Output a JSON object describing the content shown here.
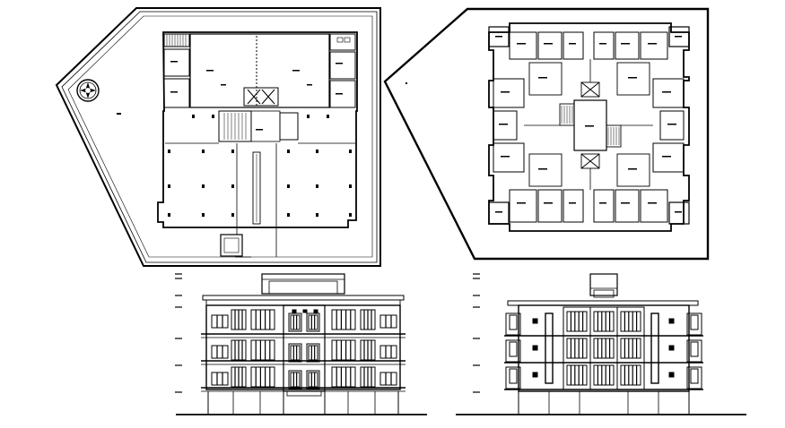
{
  "drawing": {
    "background": "#ffffff",
    "line_color": "#000000",
    "panels": [
      {
        "name": "ground-floor-plan",
        "kind": "floor-plan"
      },
      {
        "name": "typical-floor-plan",
        "kind": "floor-plan"
      },
      {
        "name": "front-elevation",
        "kind": "elevation",
        "floors": 3
      },
      {
        "name": "side-elevation",
        "kind": "elevation",
        "floors": 3
      }
    ],
    "icons": [
      "compass-rose-icon"
    ]
  }
}
